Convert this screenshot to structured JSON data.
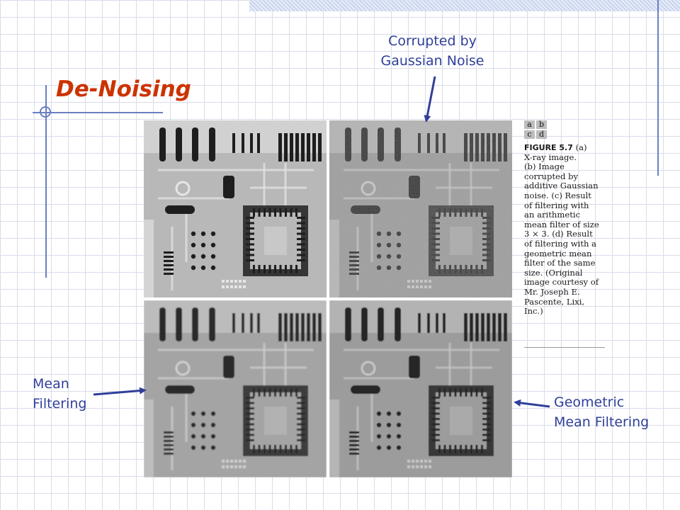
{
  "slide": {
    "title": "De-Noising"
  },
  "labels": {
    "corrupted": [
      "Corrupted by",
      "Gaussian Noise"
    ],
    "mean": [
      "Mean",
      "Filtering"
    ],
    "geometric": [
      "Geometric",
      "Mean Filtering"
    ]
  },
  "figure": {
    "panel_keys": [
      "a",
      "b",
      "c",
      "d"
    ],
    "caption_label": "FIGURE 5.7",
    "caption_lines": [
      "(a)",
      "X-ray image.",
      "(b) Image",
      "corrupted by",
      "additive Gaussian",
      "noise. (c) Result",
      "of filtering with",
      "an arithmetic",
      "mean filter of size",
      "3 × 3. (d) Result",
      "of filtering with a",
      "geometric mean",
      "filter of the same",
      "size. (Original",
      "image courtesy of",
      "Mr. Joseph E.",
      "Pascente, Lixi,",
      "Inc.)"
    ]
  },
  "colors": {
    "title": "#cc3300",
    "label": "#2f3f9a",
    "accent_line": "#6b7fc0"
  }
}
